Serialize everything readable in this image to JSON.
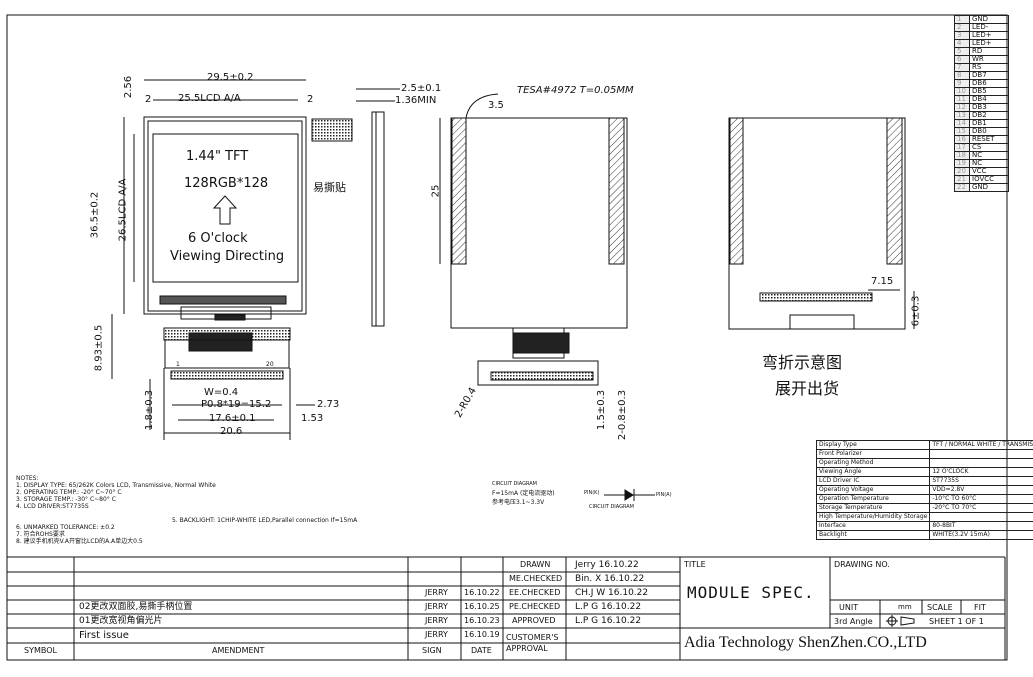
{
  "front_view": {
    "dim_width_total": "29.5±0.2",
    "dim_width_aa": "25.5LCD A/A",
    "dim_left_margin": "2",
    "dim_right_margin": "2",
    "dim_top": "2.56",
    "dim_height_total": "36.5±0.2",
    "dim_height_aa": "26.5LCD A/A",
    "dim_fpc_len": "8.93±0.5",
    "lcd_size": "1.44\" TFT",
    "lcd_res": "128RGB*128",
    "lcd_orient_1": "6 O'clock",
    "lcd_orient_2": "Viewing Directing",
    "tab_label": "易撕贴",
    "pin_first": "1",
    "pin_last": "20",
    "dim_w": "W=0.4",
    "dim_pitch": "P0.8*19=15.2",
    "dim_273": "2.73",
    "dim_fpc_w": "17.6±0.1",
    "dim_153": "1.53",
    "dim_206": "20.6",
    "dim_fpc_tail": "1.8±0.3"
  },
  "side_view": {
    "dim_thick": "2.5±0.1",
    "dim_lcd_t": "1.36MIN"
  },
  "back_view": {
    "tape_note": "TESA#4972 T=0.05MM",
    "dim_35": "3.5",
    "dim_25": "25",
    "dim_r04": "2-R0.4",
    "dim_15": "1.5±0.3",
    "dim_08": "2-0.8±0.3"
  },
  "bent_view": {
    "dim_715": "7.15",
    "dim_6": "6±0.3",
    "caption_1": "弯折示意图",
    "caption_2": "展开出货"
  },
  "pins": [
    "GND",
    "LED-",
    "LED+",
    "LED+",
    "RD",
    "WR",
    "RS",
    "DB7",
    "DB6",
    "DB5",
    "DB4",
    "DB3",
    "DB2",
    "DB1",
    "DB0",
    "RESET",
    "CS",
    "NC",
    "NC",
    "VCC",
    "IOVCC",
    "GND"
  ],
  "spec_table": [
    [
      "Display Type",
      "TFT / NORMAL WHITE / TRANSMISSIVE"
    ],
    [
      "Front Polarizer",
      ""
    ],
    [
      "Operating Method",
      ""
    ],
    [
      "Viewing Angle",
      "12 O'CLOCK"
    ],
    [
      "LCD Driver IC",
      "ST7735S"
    ],
    [
      "Operating Voltage",
      "VDD=2.8V"
    ],
    [
      "Operation Temperature",
      "-10°C TO 60°C"
    ],
    [
      "Storage Temperature",
      "-20°C TO 70°C"
    ],
    [
      "High Temperature/Humidity Storage",
      ""
    ],
    [
      "Interface",
      "80-8BIT"
    ],
    [
      "Backlight",
      "WHITE(3.2V 15mA)"
    ]
  ],
  "notes": {
    "title": "NOTES:",
    "n1": "1. DISPLAY TYPE: 65/262K  Colors LCD, Transmissive, Normal White",
    "n2": "2. OPERATING TEMP.: -20° C~70° C",
    "n3": "3. STORAGE TEMP.: -30° C~80° C",
    "n4": "4. LCD DRIVER:ST7735S",
    "n5": "5. BACKLIGHT: 1CHIP-WHITE LED,Parallel connection If=15mA",
    "n6": "6. UNMARKED TOLERANCE: ±0.2",
    "n7": "7. 符合ROHS要求",
    "n8": "8. 建议手机机壳V.A开窗比LCD的A.A单边大0.5"
  },
  "circuit": {
    "title": "CIRCUIT DIAGRAM",
    "formula": "F=15mA (定电流驱动)",
    "ref": "参考电压3.1~3.3V",
    "k": "PIN(K)",
    "a": "PIN(A)",
    "caption": "CIRCUIT DIAGRAM"
  },
  "titleblock": {
    "revisions": [
      {
        "amend": "02更改双面胶,易撕手柄位置",
        "sign": "JERRY",
        "date": "16.10.25"
      },
      {
        "amend": "01更改宽视角偏光片",
        "sign": "JERRY",
        "date": "16.10.23"
      },
      {
        "amend": "First issue",
        "sign": "JERRY",
        "date": "16.10.19"
      }
    ],
    "blank_sign": "JERRY",
    "blank_date": "16.10.22",
    "symbol": "SYMBOL",
    "amendment": "AMENDMENT",
    "sign_label": "SIGN",
    "date_label": "DATE",
    "roles": [
      {
        "role": "DRAWN",
        "value": "Jerry 16.10.22"
      },
      {
        "role": "ME.CHECKED",
        "value": "Bin. X 16.10.22"
      },
      {
        "role": "EE.CHECKED",
        "value": "CH.J W 16.10.22"
      },
      {
        "role": "PE.CHECKED",
        "value": "L.P G 16.10.22"
      },
      {
        "role": "APPROVED",
        "value": "L.P G 16.10.22"
      },
      {
        "role": "CUSTOMER'S APPROVAL",
        "value": ""
      }
    ],
    "title_label": "TITLE",
    "title_value": "MODULE SPEC.",
    "drawing_no": "DRAWING NO.",
    "unit_label": "UNIT",
    "unit_value": "mm",
    "scale_label": "SCALE",
    "scale_value": "FIT",
    "angle": "3rd Angle",
    "sheet": "SHEET 1 OF 1",
    "company": "Adia Technology ShenZhen.CO.,LTD"
  }
}
